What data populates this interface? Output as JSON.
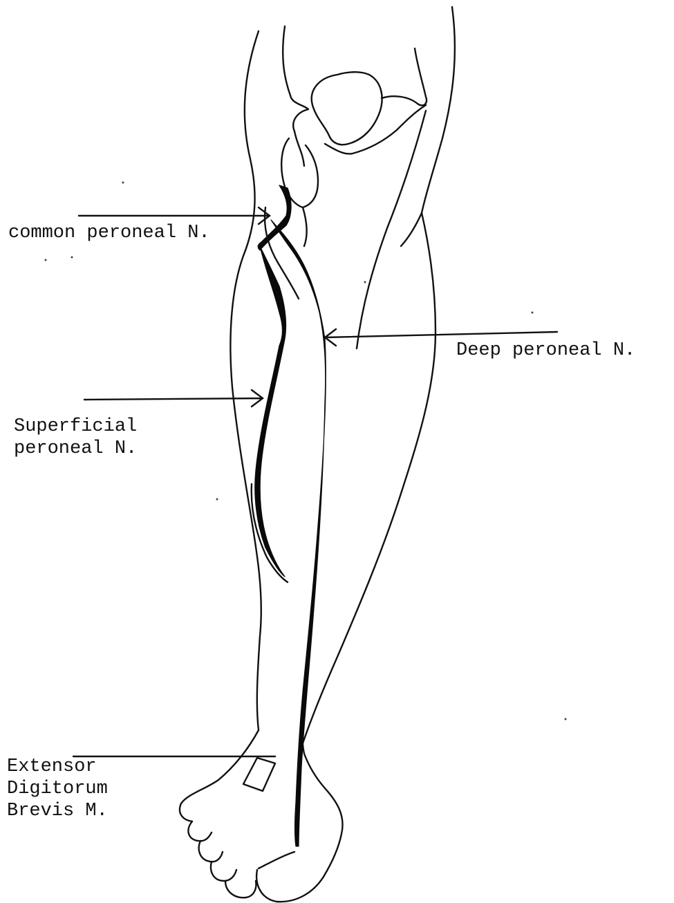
{
  "labels": {
    "common_peroneal": "common peroneal N.",
    "deep_peroneal": "Deep peroneal N.",
    "superficial_line1": "Superficial",
    "superficial_line2": "peroneal N.",
    "edb_line1": "Extensor",
    "edb_line2": "Digitorum",
    "edb_line3": "Brevis M."
  },
  "colors": {
    "ink": "#111111",
    "nerve": "#0a0a0a",
    "background": "#ffffff"
  }
}
